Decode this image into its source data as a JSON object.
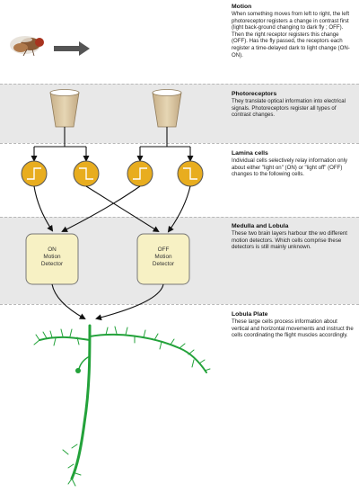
{
  "sections": [
    {
      "title": "Motion",
      "text": "When something moves from left to right, the left photoreceptor registers a change in contrast first (light back-ground changing to dark fly ; OFF). Then the right receptor registers this change (OFF). Has the fly passed, the receptors each register a time-delayed dark to light change (ON-ON)."
    },
    {
      "title": "Photoreceptors",
      "text": "They translate optical information into electrical signals.  Photoreceptors register all types of contrast changes."
    },
    {
      "title": "Lamina cells",
      "text": "Individual cells selectively relay information only about either \"light on\" (ON) or \"light off\" (OFF) changes  to the following cells."
    },
    {
      "title": "Medulla and Lobula",
      "text": "These two brain layers harbour tthe wo different motion detectors. Which cells comprise these detectors is still mainly unknown."
    },
    {
      "title": "Lobula Plate",
      "text": "These large cells process information about vertical and horizontal movements and instruct the cells coordinating the flight muscles accordingly."
    }
  ],
  "detectors": [
    {
      "line1": "ON",
      "line2": "Motion",
      "line3": "Detector"
    },
    {
      "line1": "OFF",
      "line2": "Motion",
      "line3": "Detector"
    }
  ],
  "colors": {
    "band_grey": "#e8e8e8",
    "lamina_fill": "#e8ad1f",
    "detector_fill": "#f7f1c4",
    "neuron_green": "#23a23a",
    "receptor_tan": "#d8c49c"
  }
}
